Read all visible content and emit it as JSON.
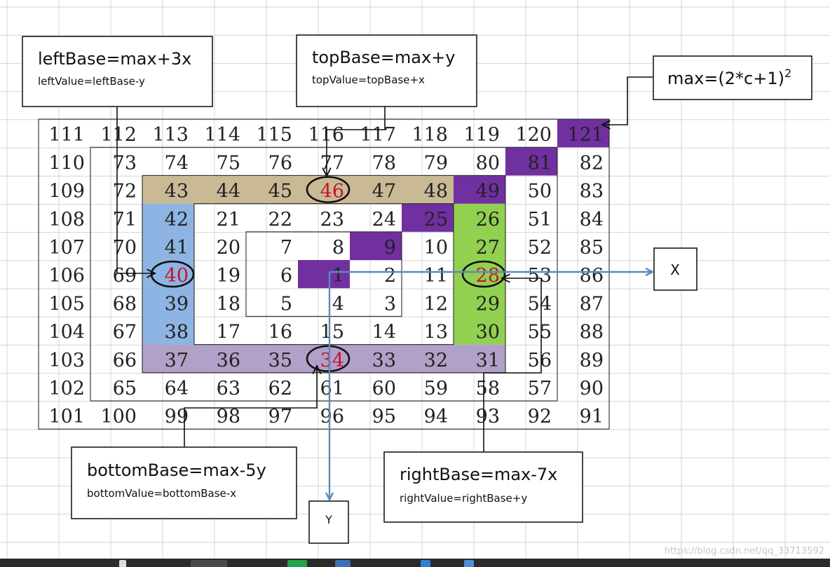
{
  "grid": {
    "rows": [
      [
        111,
        112,
        113,
        114,
        115,
        116,
        117,
        118,
        119,
        120,
        121
      ],
      [
        110,
        73,
        74,
        75,
        76,
        77,
        78,
        79,
        80,
        81,
        82
      ],
      [
        109,
        72,
        43,
        44,
        45,
        46,
        47,
        48,
        49,
        50,
        83
      ],
      [
        108,
        71,
        42,
        21,
        22,
        23,
        24,
        25,
        26,
        51,
        84
      ],
      [
        107,
        70,
        41,
        20,
        7,
        8,
        9,
        10,
        27,
        52,
        85
      ],
      [
        106,
        69,
        40,
        19,
        6,
        1,
        2,
        11,
        28,
        53,
        86
      ],
      [
        105,
        68,
        39,
        18,
        5,
        4,
        3,
        12,
        29,
        54,
        87
      ],
      [
        104,
        67,
        38,
        17,
        16,
        15,
        14,
        13,
        30,
        55,
        88
      ],
      [
        103,
        66,
        37,
        36,
        35,
        34,
        33,
        32,
        31,
        56,
        89
      ],
      [
        102,
        65,
        64,
        63,
        62,
        61,
        60,
        59,
        58,
        57,
        90
      ],
      [
        101,
        100,
        99,
        98,
        97,
        96,
        95,
        94,
        93,
        92,
        91
      ]
    ],
    "circled_values": [
      46,
      40,
      28,
      34
    ],
    "colors": {
      "diagonal": "#7030a0",
      "top_band": "#c9b995",
      "left_band": "#8db4e2",
      "right_band": "#92d050",
      "bottom_band": "#b1a0c7",
      "highlight_text": "#c8102e",
      "axis_arrow": "#5b8bbd"
    }
  },
  "formulas": {
    "left": {
      "main": "leftBase=max+3x",
      "sub": "leftValue=leftBase-y"
    },
    "top": {
      "main": "topBase=max+y",
      "sub": "topValue=topBase+x"
    },
    "max": {
      "main": "max=(2*c+1)",
      "sup": "2"
    },
    "bottom": {
      "main": "bottomBase=max-5y",
      "sub": "bottomValue=bottomBase-x"
    },
    "right": {
      "main": "rightBase=max-7x",
      "sub": "rightValue=rightBase+y"
    }
  },
  "axes": {
    "x_label": "X",
    "y_label": "Y"
  },
  "watermark": "https://blog.csdn.net/qq_33713592"
}
